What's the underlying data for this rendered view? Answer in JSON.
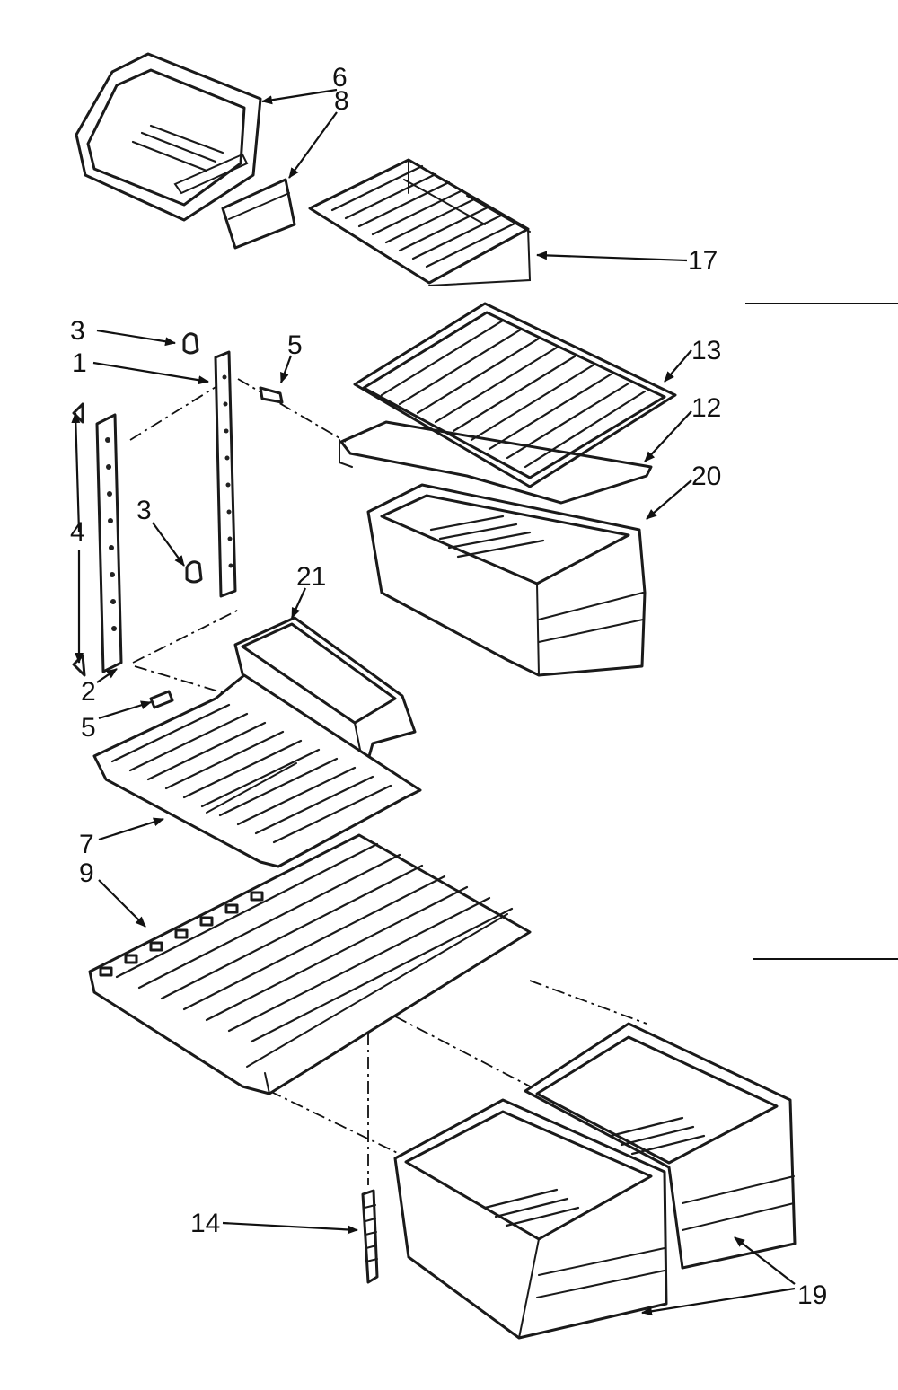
{
  "labels": [
    {
      "id": "6",
      "text": "6"
    },
    {
      "id": "8",
      "text": "8"
    },
    {
      "id": "17",
      "text": "17"
    },
    {
      "id": "3a",
      "text": "3"
    },
    {
      "id": "1",
      "text": "1"
    },
    {
      "id": "5a",
      "text": "5"
    },
    {
      "id": "13",
      "text": "13"
    },
    {
      "id": "12",
      "text": "12"
    },
    {
      "id": "20",
      "text": "20"
    },
    {
      "id": "4",
      "text": "4"
    },
    {
      "id": "3b",
      "text": "3"
    },
    {
      "id": "21",
      "text": "21"
    },
    {
      "id": "2",
      "text": "2"
    },
    {
      "id": "5b",
      "text": "5"
    },
    {
      "id": "7",
      "text": "7"
    },
    {
      "id": "9",
      "text": "9"
    },
    {
      "id": "14",
      "text": "14"
    },
    {
      "id": "19",
      "text": "19"
    }
  ]
}
